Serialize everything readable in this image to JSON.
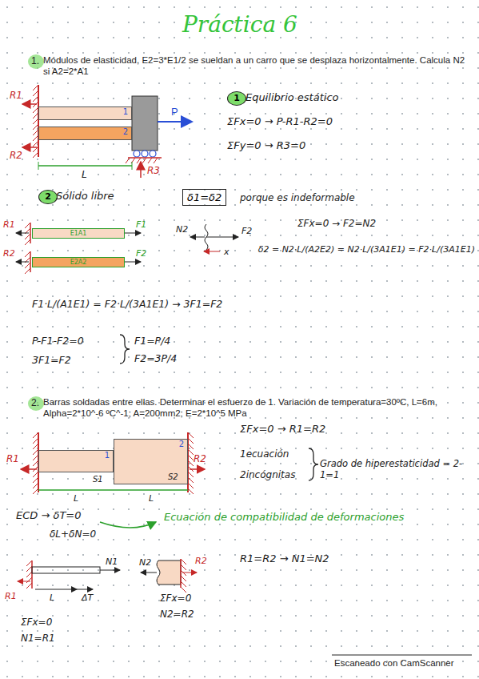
{
  "diagram": {
    "title": "Práctica 6",
    "nodes": [
      {
        "text": [
          "1"
        ]
      },
      {
        "text": [
          "2"
        ]
      },
      {
        "text": [
          "1"
        ]
      },
      {
        "text": [
          "2"
        ]
      },
      {
        "text": [
          "δ1=δ2"
        ]
      },
      {
        "text": [
          "E1A1"
        ]
      },
      {
        "text": [
          "E2A2"
        ]
      },
      {
        "text": [
          "1"
        ]
      },
      {
        "text": [
          "2"
        ]
      }
    ],
    "labels": [
      "1.",
      "Módulos de elasticidad, E2=3*E1/2 se sueldan a un carro que se desplaza horizontalmente. Calcula N2 si A2=2*A1",
      "R1",
      "R2",
      "P",
      "L",
      "R3",
      "Equilibrio estático",
      "ΣFx=0 → P-R1-R2=0",
      "ΣFy=0 → R3=0",
      "Sólido libre",
      "porque es indeformable",
      "R1",
      "F1",
      "R2",
      "F2",
      "N2",
      "F2",
      "x",
      "ΣFx=0 → F2=N2",
      "δ2 = N2·L/(A2E2) = N2·L/(3A1E1) = F2·L/(3A1E1)",
      "F1·L/(A1E1) = F2·L/(3A1E1) → 3F1=F2",
      "P-F1-F2=0",
      "3F1=F2",
      "F1=P/4",
      "F2=3P/4",
      "2.",
      "Barras soldadas entre ellas. Determinar el esfuerzo de 1. Variación de temperatura=30ºC, L=6m, Alpha=2*10^-6 ºC^-1; A=200mm2; E=2*10^5 MPa",
      "ΣFx=0 → R1=R2",
      "R1",
      "R2",
      "L",
      "L",
      "S1",
      "S2",
      "1ecuación",
      "2incógnitas",
      "Grado de hiperestaticidad = 2-1=1",
      "ECD → δT=0",
      "Ecuación de compatibilidad de deformaciones",
      "δL+δN=0",
      "R1=R2 → N1=N2",
      "R1",
      "N1",
      "L",
      "ΔT",
      "N2",
      "R2",
      "ΣFx=0",
      "N2=R2",
      "ΣFx=0",
      "N1=R1",
      "Escaneado con CamScanner"
    ]
  }
}
